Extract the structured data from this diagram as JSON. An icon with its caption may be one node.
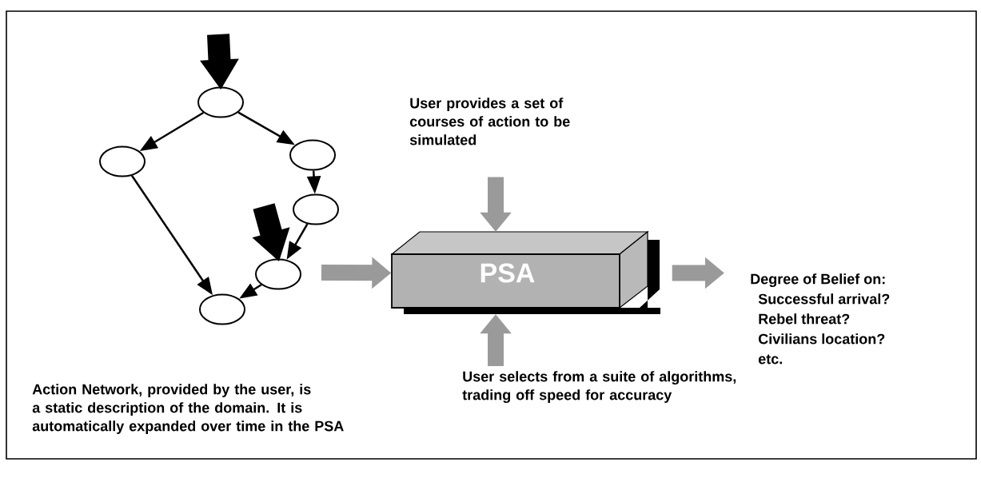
{
  "diagram": {
    "nodes": [
      {
        "text": [],
        "shape": "ellipse"
      },
      {
        "text": [],
        "shape": "ellipse"
      },
      {
        "text": [],
        "shape": "ellipse"
      },
      {
        "text": [],
        "shape": "ellipse"
      },
      {
        "text": [],
        "shape": "ellipse"
      },
      {
        "text": [],
        "shape": "ellipse"
      },
      {
        "text": [
          "User provides a set of courses of action to be simulated"
        ]
      },
      {
        "text": [
          "PSA"
        ]
      },
      {
        "text": [
          "Degree of Belief on:",
          "Successful arrival?",
          "Rebel threat?",
          "Civilians location?",
          "etc."
        ]
      },
      {
        "text": [
          "User selects from a suite of algorithms, trading off speed for accuracy"
        ]
      }
    ],
    "edges": [
      {
        "from": null,
        "to": 0,
        "arrow": "to",
        "style": "thick"
      },
      {
        "from": 0,
        "to": 1,
        "arrow": "to"
      },
      {
        "from": 0,
        "to": 2,
        "arrow": "to"
      },
      {
        "from": 2,
        "to": 3,
        "arrow": "to"
      },
      {
        "from": 3,
        "to": 4,
        "arrow": "to"
      },
      {
        "from": null,
        "to": 4,
        "arrow": "to",
        "style": "thick"
      },
      {
        "from": 1,
        "to": 5,
        "arrow": "to"
      },
      {
        "from": 4,
        "to": 5,
        "arrow": "to"
      },
      {
        "from": null,
        "to": 7,
        "arrow": "to",
        "style": "thick",
        "color": "#9a9a9a"
      },
      {
        "from": 6,
        "to": 7,
        "arrow": "to",
        "style": "thick",
        "color": "#9a9a9a"
      },
      {
        "from": 9,
        "to": 7,
        "arrow": "to",
        "style": "thick",
        "color": "#9a9a9a"
      },
      {
        "from": 7,
        "to": 8,
        "arrow": "to",
        "style": "thick",
        "color": "#9a9a9a"
      }
    ],
    "labels": [
      "Action Network, provided by the user, is a static description of the domain. It is automatically expanded over time in the PSA"
    ]
  }
}
